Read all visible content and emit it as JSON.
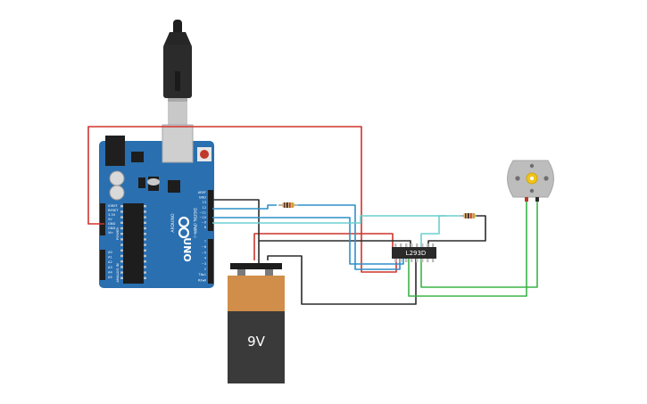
{
  "circuit": {
    "arduino": {
      "brand_label": "ARDUINO",
      "model_label": "UNO",
      "power_label": "POWER",
      "analog_label": "ANALOG IN",
      "digital_label": "DIGITAL (PWM~)",
      "power_pins": [
        "IOREF",
        "RESET",
        "3.3V",
        "5V",
        "GND",
        "GND",
        "Vin"
      ],
      "analog_pins": [
        "A0",
        "A1",
        "A2",
        "A3",
        "A4",
        "A5"
      ],
      "digital_pins_top": [
        "AREF",
        "GND",
        "13",
        "12",
        "~11",
        "~10",
        "~9",
        "8"
      ],
      "digital_pins_bottom": [
        "7",
        "~6",
        "~5",
        "4",
        "~3",
        "2",
        "TX▸1",
        "RX◂0"
      ],
      "board_color": "#2a6fb0"
    },
    "battery": {
      "label": "9V",
      "plus_label": "+",
      "minus_label": "−"
    },
    "ic": {
      "label": "L293D"
    },
    "wire_colors": {
      "red": "#d0342c",
      "black": "#2b2b2b",
      "blue": "#2e8fc8",
      "teal": "#6ccfd0",
      "green": "#3ab449"
    }
  }
}
